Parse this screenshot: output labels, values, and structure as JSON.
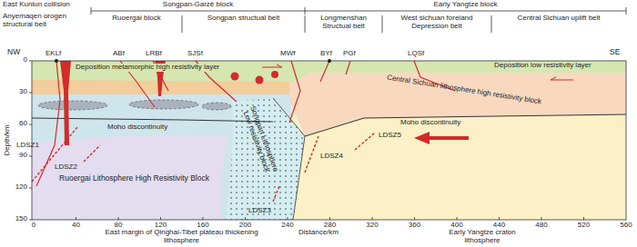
{
  "diagram": {
    "labels": [
      "East Kunlun collision",
      "Anyemaqen orogen structural belt",
      "Songpan-Garzê block",
      "Early Yangtze block",
      "Ruoergai block",
      "Songpan structual belt",
      "Longmenshan Structual belt",
      "West sichuan foreland Depression belt",
      "Central Sichuan uplift belt",
      "NW",
      "SE",
      "EKLf",
      "ABf",
      "LRBf",
      "SJSf",
      "MWf",
      "BYf",
      "PGf",
      "LQSf",
      "Deposition metamorphic high resistivity layer",
      "Deposition low resistivity layer",
      "Depth/km",
      "0",
      "30",
      "60",
      "90",
      "120",
      "150",
      "0",
      "40",
      "80",
      "120",
      "160",
      "200",
      "240",
      "280",
      "320",
      "360",
      "400",
      "440",
      "480",
      "520",
      "560",
      "Distance/km",
      "LDSZ1",
      "LDSZ2",
      "Moho discontinuity",
      "Ruoergai Lithosphere High Resistivity Block",
      "Songpan Lithosphere Low resistivity block",
      "LDSZ3",
      "LDSZ4",
      "LDSZ5",
      "Moho discontinuity",
      "Central Sichuan lithosphere high resistivity block",
      "East margin of Qinghai-Tibet plateau thickening lithosphere",
      "Early Yangtze craton lithosphere"
    ]
  }
}
